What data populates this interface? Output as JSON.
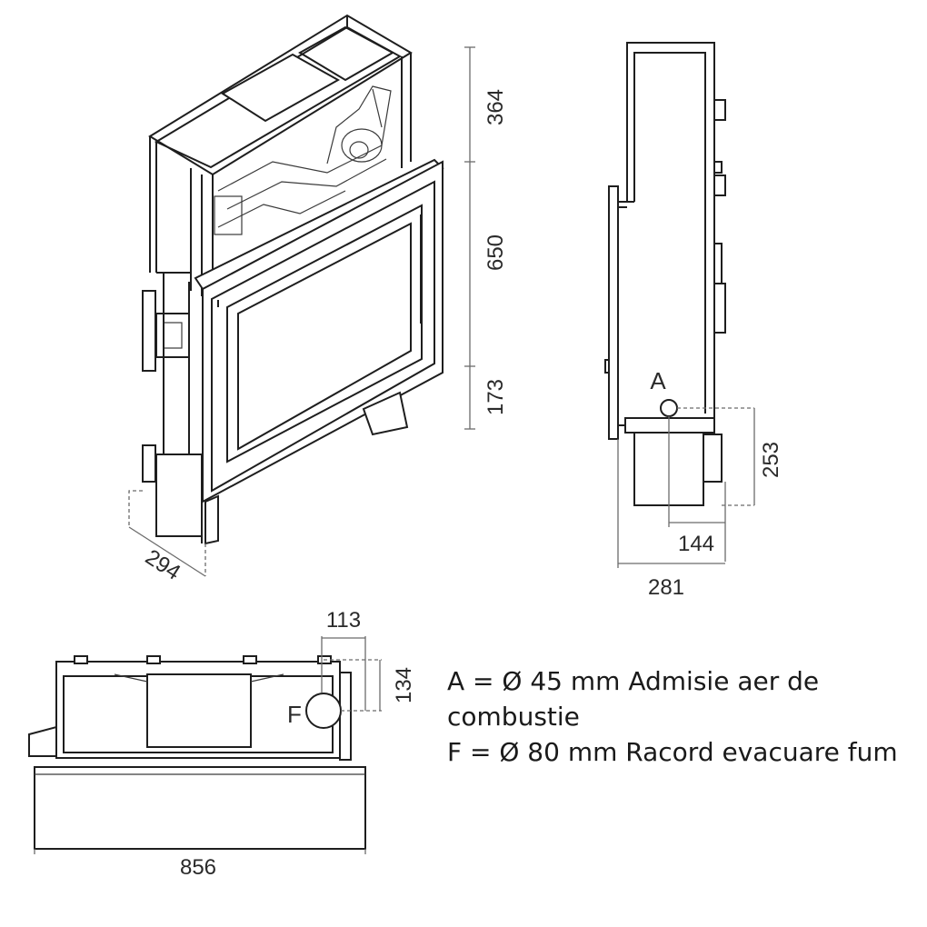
{
  "dimensions": {
    "height_top": "364",
    "height_mid": "650",
    "height_bottom": "173",
    "depth_iso": "294",
    "side_a_height": "253",
    "side_a_offset": "144",
    "side_depth": "281",
    "top_f_offset_x": "113",
    "top_f_offset_y": "134",
    "top_width": "856"
  },
  "labels": {
    "a": "A",
    "f": "F"
  },
  "legend": {
    "line1": "A = Ø 45 mm Admisie aer de",
    "line2": "combustie",
    "line3": "F = Ø 80 mm Racord evacuare fum"
  }
}
